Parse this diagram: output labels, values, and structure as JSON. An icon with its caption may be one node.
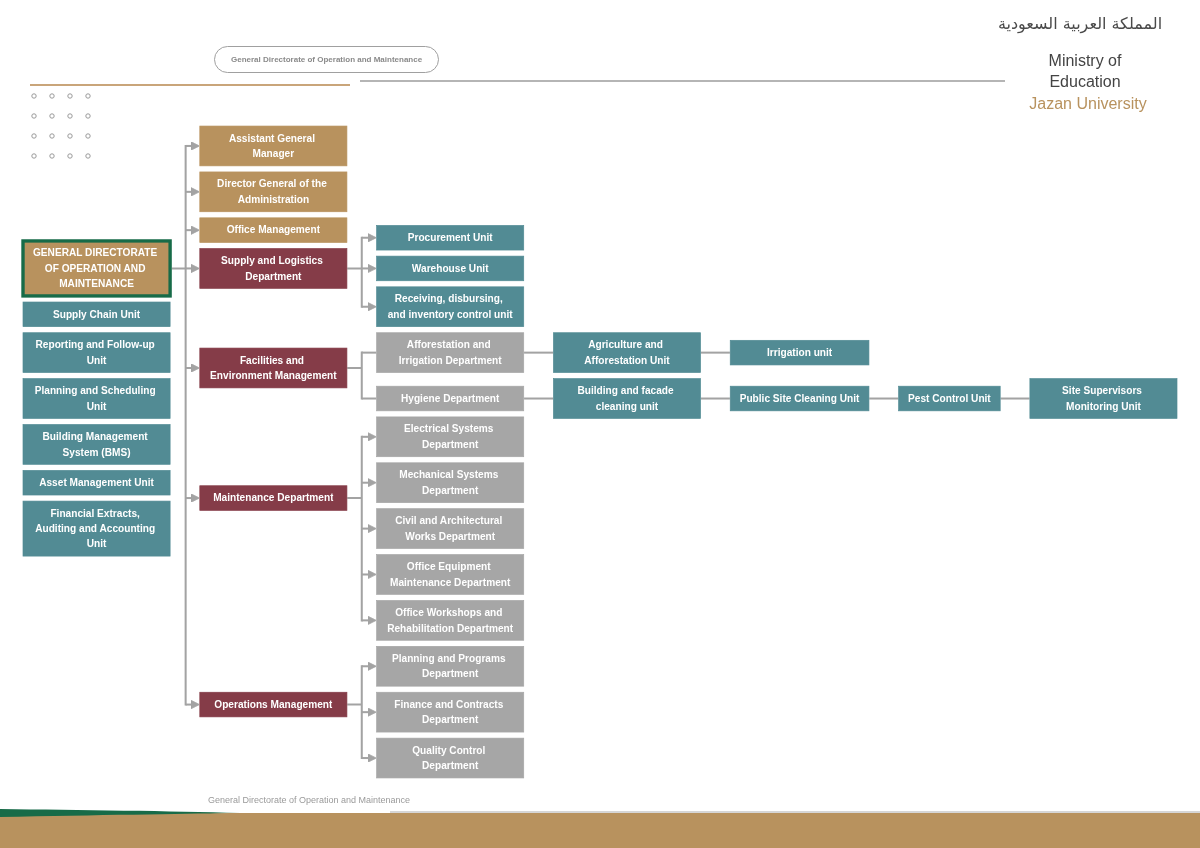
{
  "diagram": {
    "nodes": [
      {
        "text": [
          "GENERAL DIRECTORATE OF OPERATION AND MAINTENANCE"
        ]
      },
      {
        "text": [
          "Assistant General Manager"
        ]
      },
      {
        "text": [
          "Director General of the Administration"
        ]
      },
      {
        "text": [
          "Office Management"
        ]
      },
      {
        "text": [
          "Supply and Logistics Department"
        ]
      },
      {
        "text": [
          "Facilities and Environment Management"
        ]
      },
      {
        "text": [
          "Maintenance Department"
        ]
      },
      {
        "text": [
          "Operations Management"
        ]
      },
      {
        "text": [
          "Procurement Unit"
        ]
      },
      {
        "text": [
          "Warehouse Unit"
        ]
      },
      {
        "text": [
          "Receiving, disbursing, and inventory control unit"
        ]
      },
      {
        "text": [
          "Supply Chain Unit"
        ]
      },
      {
        "text": [
          "Afforestation and Irrigation Department"
        ]
      },
      {
        "text": [
          "Agriculture and Afforestation Unit"
        ]
      },
      {
        "text": [
          "Irrigation unit"
        ]
      },
      {
        "text": [
          "Hygiene Department"
        ]
      },
      {
        "text": [
          "Building and facade cleaning unit"
        ]
      },
      {
        "text": [
          "Public Site Cleaning Unit"
        ]
      },
      {
        "text": [
          "Pest Control Unit"
        ]
      },
      {
        "text": [
          "Site Supervisors Monitoring Unit"
        ]
      },
      {
        "text": [
          "Electrical Systems Department"
        ]
      },
      {
        "text": [
          "Mechanical Systems Department"
        ]
      },
      {
        "text": [
          "Civil and Architectural Works Department"
        ]
      },
      {
        "text": [
          "Office Equipment Maintenance Department"
        ]
      },
      {
        "text": [
          "Office Workshops and Rehabilitation Department"
        ]
      },
      {
        "text": [
          "Planning and Programs Department"
        ]
      },
      {
        "text": [
          "Reporting and Follow-up Unit"
        ]
      },
      {
        "text": [
          "Planning and Scheduling Unit"
        ]
      },
      {
        "text": [
          "Building Management System (BMS)"
        ]
      },
      {
        "text": [
          "Asset Management Unit"
        ]
      },
      {
        "text": [
          "Finance and Contracts Department"
        ]
      },
      {
        "text": [
          "Financial Extracts, Auditing and Accounting Unit"
        ]
      },
      {
        "text": [
          "Quality Control Department"
        ]
      }
    ],
    "edges": [
      {
        "from": 0,
        "to": 1,
        "arrow": "to"
      },
      {
        "from": 0,
        "to": 2,
        "arrow": "to"
      },
      {
        "from": 0,
        "to": 3,
        "arrow": "to"
      },
      {
        "from": 0,
        "to": 4,
        "arrow": "to"
      },
      {
        "from": 0,
        "to": 5,
        "arrow": "to"
      },
      {
        "from": 0,
        "to": 6,
        "arrow": "to"
      },
      {
        "from": 0,
        "to": 7,
        "arrow": "to"
      },
      {
        "from": 4,
        "to": 8,
        "arrow": "to"
      },
      {
        "from": 4,
        "to": 9,
        "arrow": "to"
      },
      {
        "from": 4,
        "to": 10,
        "arrow": "to"
      },
      {
        "from": 5,
        "to": 12,
        "arrow": "none"
      },
      {
        "from": 12,
        "to": 13,
        "arrow": "none"
      },
      {
        "from": 13,
        "to": 14,
        "arrow": "none"
      },
      {
        "from": 5,
        "to": 15,
        "arrow": "none"
      },
      {
        "from": 15,
        "to": 16,
        "arrow": "none"
      },
      {
        "from": 16,
        "to": 17,
        "arrow": "none"
      },
      {
        "from": 17,
        "to": 18,
        "arrow": "none"
      },
      {
        "from": 18,
        "to": 19,
        "arrow": "none"
      },
      {
        "from": 6,
        "to": 20,
        "arrow": "to"
      },
      {
        "from": 6,
        "to": 21,
        "arrow": "to"
      },
      {
        "from": 6,
        "to": 22,
        "arrow": "to"
      },
      {
        "from": 6,
        "to": 23,
        "arrow": "to"
      },
      {
        "from": 6,
        "to": 24,
        "arrow": "to"
      },
      {
        "from": 7,
        "to": 25,
        "arrow": "to"
      },
      {
        "from": 7,
        "to": 30,
        "arrow": "to"
      },
      {
        "from": 7,
        "to": 32,
        "arrow": "to"
      }
    ],
    "labels": [
      "General Directorate of Operation and Maintenance",
      "المملكة العربية السعودية",
      "Ministry of Education",
      "Jazan University",
      "General Directorate of Operation and Maintenance"
    ]
  }
}
